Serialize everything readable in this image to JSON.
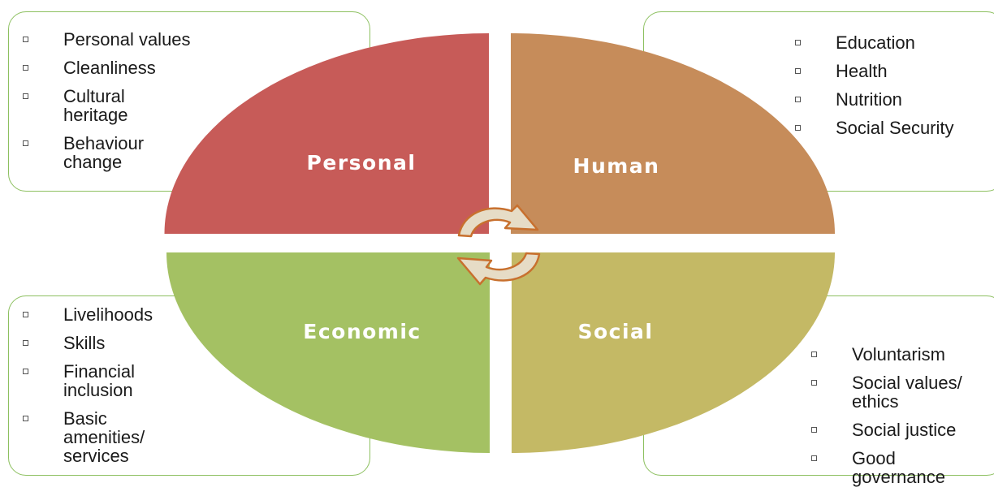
{
  "quadrants": {
    "personal": {
      "label": "Personal",
      "color": "#c75b58",
      "items": [
        "Personal values",
        "Cleanliness",
        "Cultural\nheritage",
        "Behaviour\nchange"
      ]
    },
    "human": {
      "label": "Human",
      "color": "#c68c5a",
      "items": [
        "Education",
        "Health",
        "Nutrition",
        "Social Security"
      ]
    },
    "economic": {
      "label": "Economic",
      "color": "#a4c163",
      "items": [
        "Livelihoods",
        "Skills",
        "Financial\ninclusion",
        "Basic\namenities/\nservices"
      ]
    },
    "social": {
      "label": "Social",
      "color": "#c4b965",
      "items": [
        "Voluntarism",
        "Social values/\nethics",
        "Social justice",
        "Good\ngovernance"
      ]
    }
  },
  "colors": {
    "box_border": "#8dc060",
    "cycle_fill": "#e6dcc6",
    "cycle_stroke": "#c8702e"
  },
  "icons": {
    "center": "cycle-arrows-icon"
  }
}
